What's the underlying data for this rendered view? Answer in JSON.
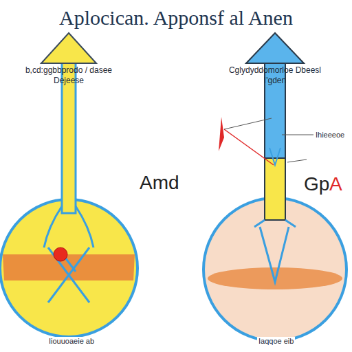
{
  "diagram": {
    "title": "Aplocican. Apponsf al Anen",
    "labels": [
      "b,cd:ggbbprodo / dasee Dejeese",
      "Cglydyddomorloe Dbeesl I'gden",
      "Amd",
      "Gp",
      "A",
      "Ihieeeoe",
      "Iiouuoaeie ab",
      "Iaqqoe eib"
    ]
  }
}
